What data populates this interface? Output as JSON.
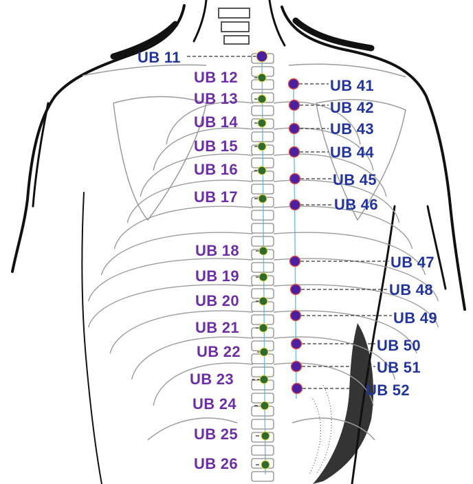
{
  "colors": {
    "outline": "#111111",
    "bone": "#9a9a9a",
    "inner_point": "#2f6b2f",
    "outer_point": "#4a1fa0",
    "inner_label": "#6b2fa3",
    "outer_label": "#23349a",
    "spine_line": "#57b3d6"
  },
  "points": {
    "ub11": "UB 11",
    "ub12": "UB 12",
    "ub13": "UB 13",
    "ub14": "UB 14",
    "ub15": "UB 15",
    "ub16": "UB 16",
    "ub17": "UB 17",
    "ub18": "UB 18",
    "ub19": "UB 19",
    "ub20": "UB 20",
    "ub21": "UB 21",
    "ub22": "UB 22",
    "ub23": "UB 23",
    "ub24": "UB 24",
    "ub25": "UB 25",
    "ub26": "UB 26",
    "ub41": "UB 41",
    "ub42": "UB 42",
    "ub43": "UB 43",
    "ub44": "UB 44",
    "ub45": "UB 45",
    "ub46": "UB 46",
    "ub47": "UB 47",
    "ub48": "UB 48",
    "ub49": "UB 49",
    "ub50": "UB 50",
    "ub51": "UB 51",
    "ub52": "UB 52"
  }
}
